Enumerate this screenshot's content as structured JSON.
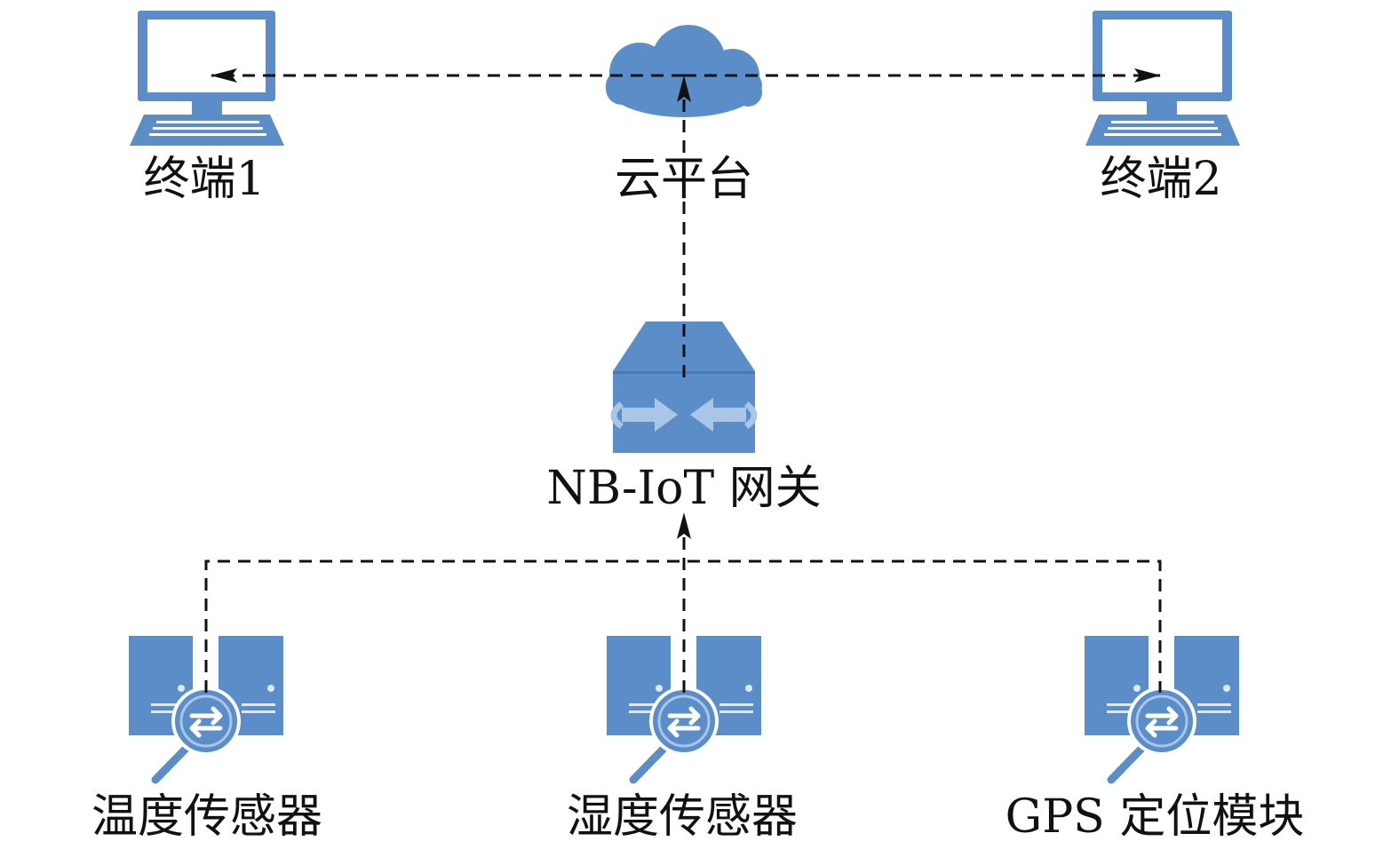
{
  "nodes": {
    "terminal1": {
      "label": "终端1",
      "icon": "computer-icon"
    },
    "cloud": {
      "label": "云平台",
      "icon": "cloud-icon"
    },
    "terminal2": {
      "label": "终端2",
      "icon": "computer-icon"
    },
    "gateway": {
      "label": "NB-IoT 网关",
      "icon": "gateway-icon"
    },
    "temp_sensor": {
      "label": "温度传感器",
      "icon": "sensor-icon"
    },
    "humidity_sensor": {
      "label": "湿度传感器",
      "icon": "sensor-icon"
    },
    "gps_module": {
      "label": "GPS 定位模块",
      "icon": "sensor-icon"
    }
  },
  "colors": {
    "icon_fill": "#5b8dc8",
    "icon_light": "#a9c6e6",
    "line": "#111111"
  }
}
